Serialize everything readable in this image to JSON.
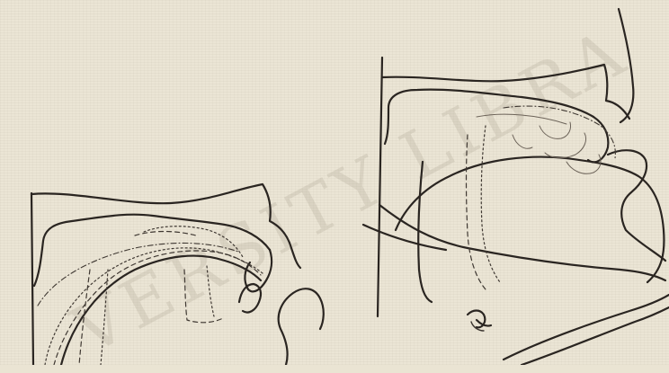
{
  "watermark": {
    "text": "VERSITY LIBRA"
  },
  "figures": [
    {
      "id": "left-diagram"
    },
    {
      "id": "right-diagram"
    }
  ]
}
